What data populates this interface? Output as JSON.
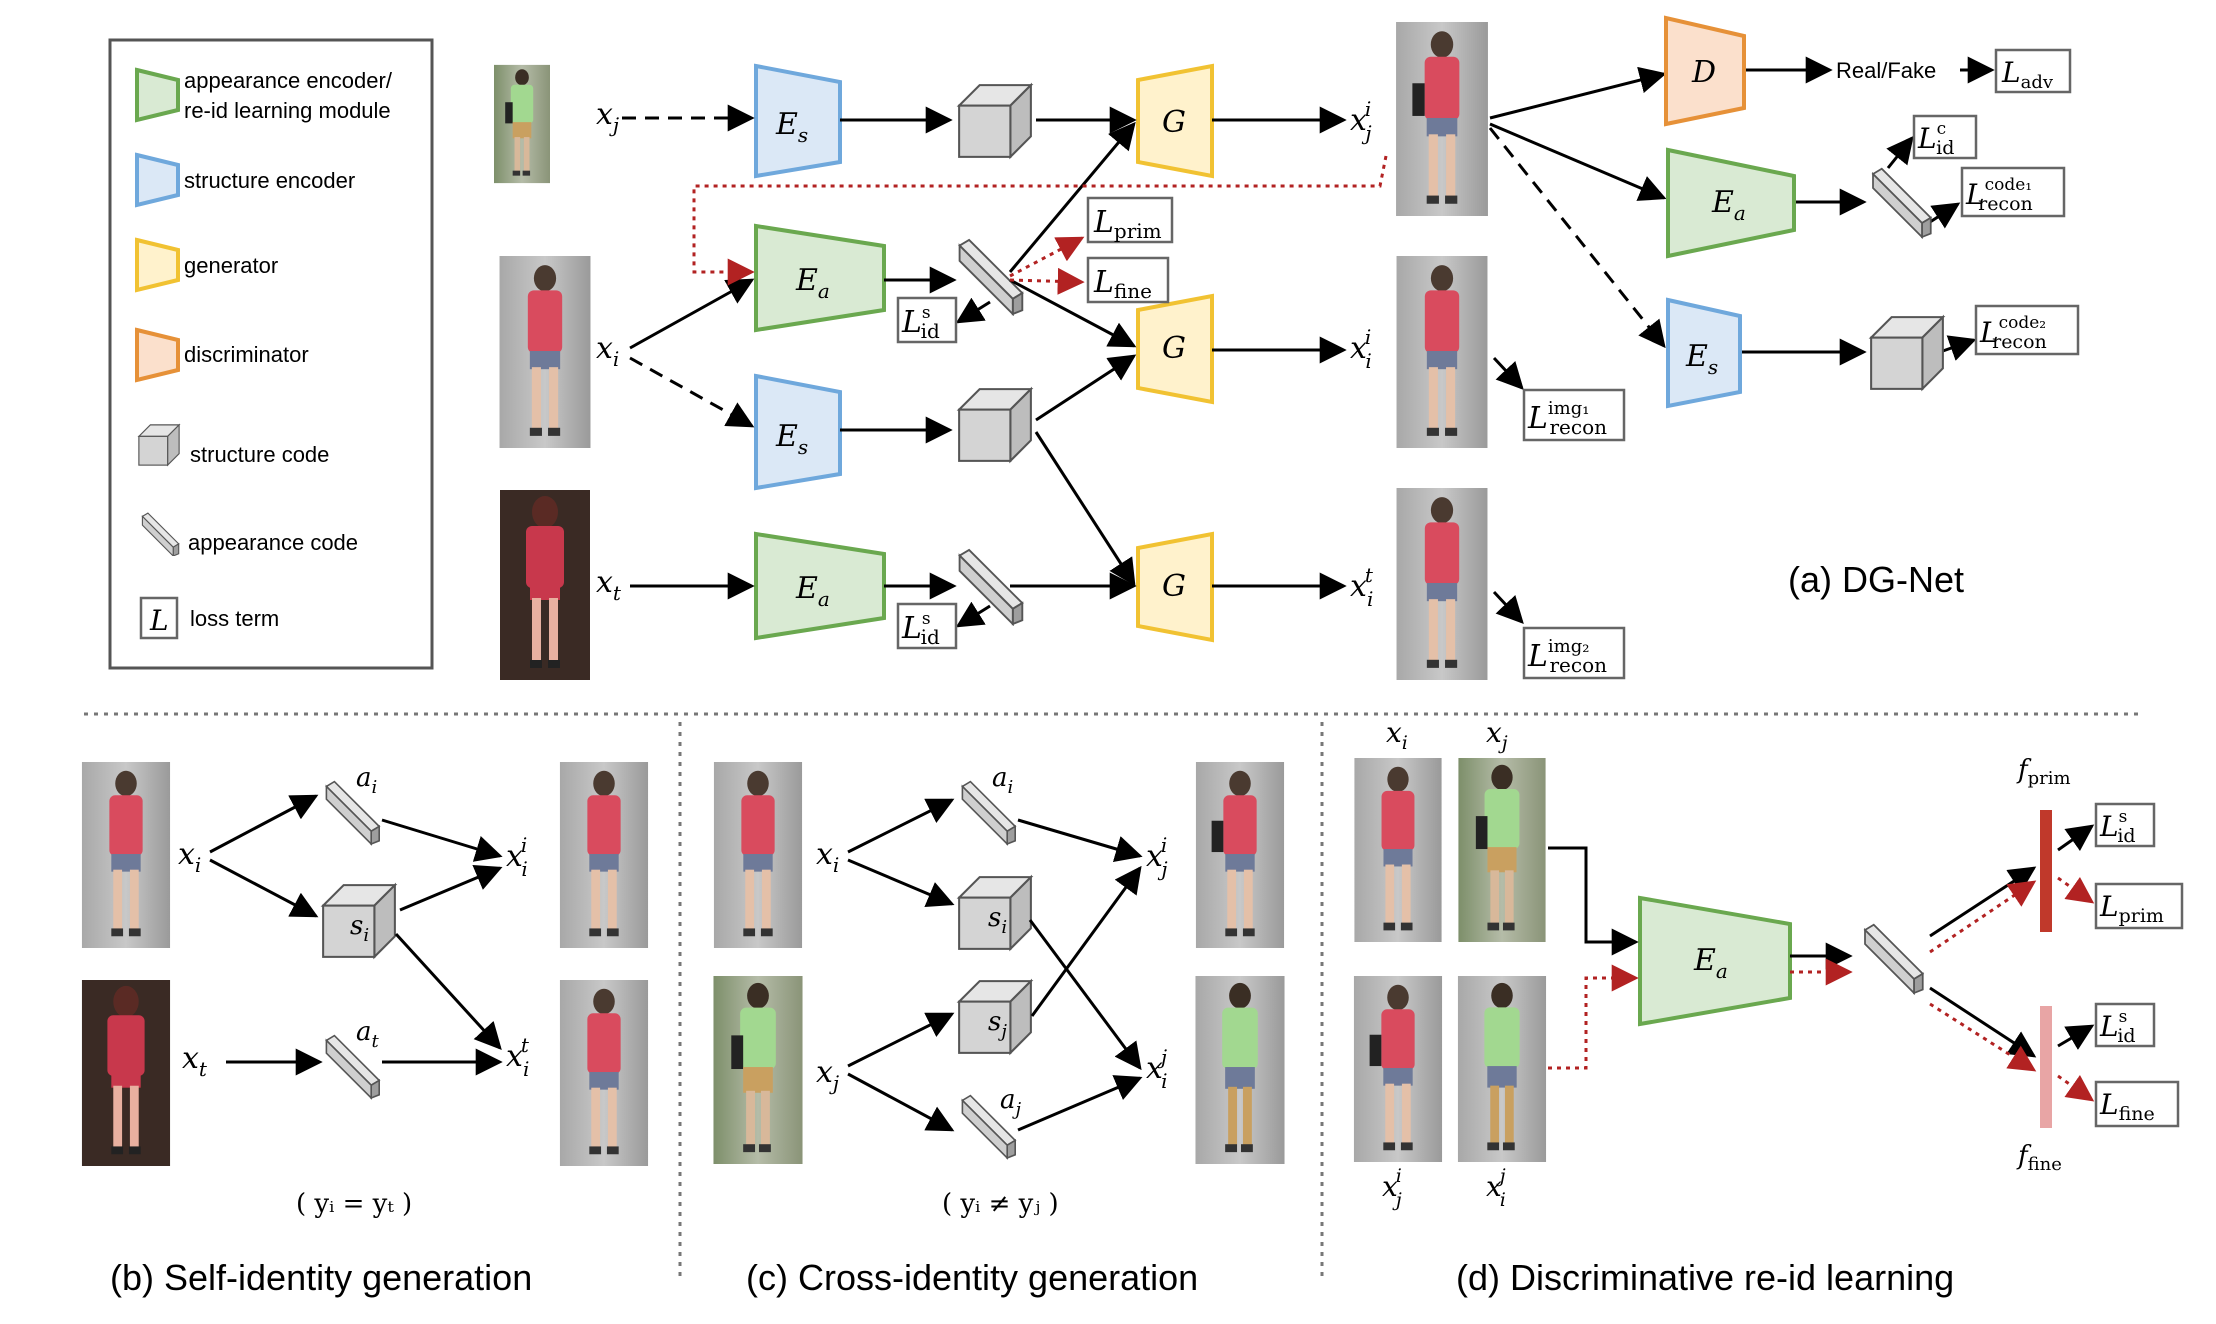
{
  "legend": {
    "appearance_encoder": "appearance encoder/",
    "appearance_encoder_2": "re-id learning module",
    "structure_encoder": "structure encoder",
    "generator": "generator",
    "discriminator": "discriminator",
    "structure_code": "structure code",
    "appearance_code": "appearance code",
    "loss_symbol": "L",
    "loss_term": "loss term"
  },
  "colors": {
    "appearance": "#6aa84f",
    "appearance_fill": "#d9ead3",
    "structure": "#6fa8dc",
    "structure_fill": "#dbe8f6",
    "generator": "#f1c232",
    "generator_fill": "#fff2cc",
    "discriminator": "#e69138",
    "discriminator_fill": "#fbe0cc",
    "loss_red": "#b22222",
    "fprim_bar": "#c0392b",
    "ffine_bar": "#e8a5a5"
  },
  "modules": {
    "Es": "E",
    "Es_sub": "s",
    "Ea": "E",
    "Ea_sub": "a",
    "G": "G",
    "D": "D"
  },
  "vars": {
    "x": "x",
    "j": "j",
    "i": "i",
    "t": "t",
    "a": "a",
    "s": "s",
    "f": "f"
  },
  "losses": {
    "L": "L",
    "prim": "prim",
    "fine": "fine",
    "id": "id",
    "s": "s",
    "c": "c",
    "adv": "adv",
    "recon": "recon",
    "code1": "code₁",
    "code2": "code₂",
    "img1": "img₁",
    "img2": "img₂"
  },
  "text": {
    "real_fake": "Real/Fake",
    "panel_a": "(a) DG-Net",
    "panel_b": "(b)  Self-identity generation",
    "panel_c": "(c)  Cross-identity generation",
    "panel_d": "(d)  Discriminative re-id learning",
    "cond_b": "( yᵢ = yₜ )",
    "cond_c": "( yᵢ ≠ yⱼ )"
  }
}
